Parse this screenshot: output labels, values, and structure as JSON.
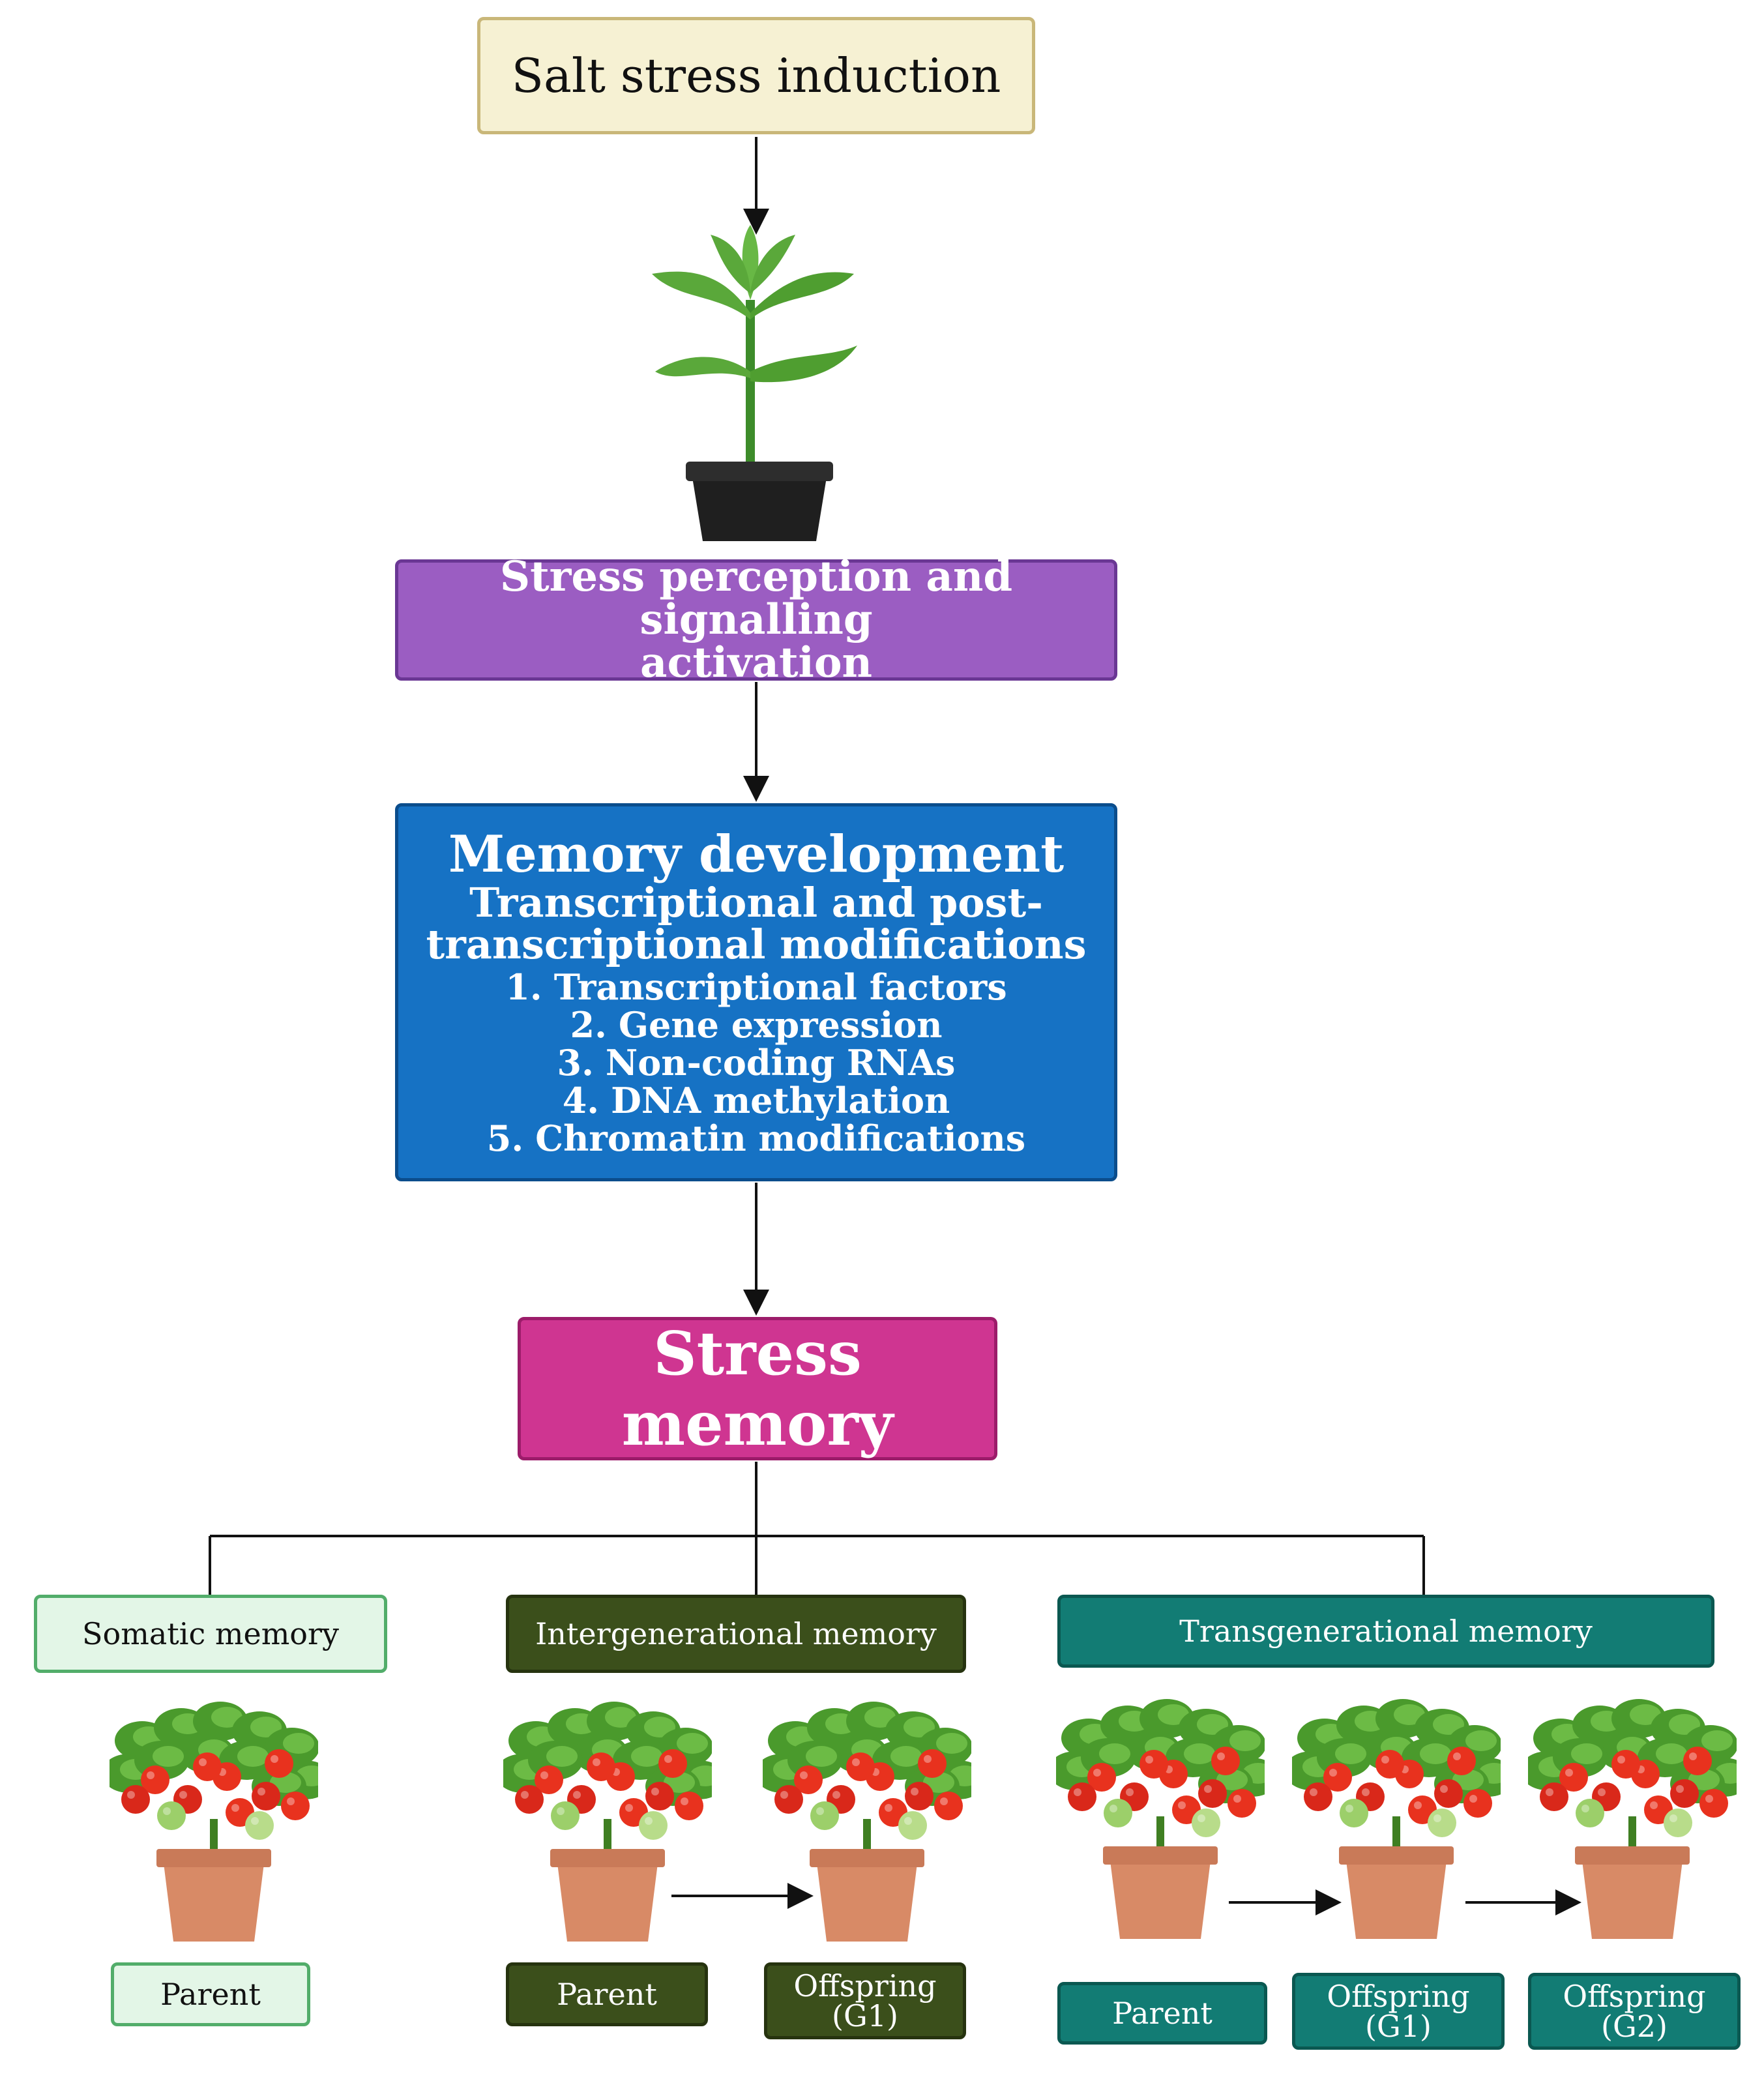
{
  "salt_stress": "Salt stress induction",
  "perception": {
    "line1": "Stress perception and signalling",
    "line2": "activation"
  },
  "memory_development": {
    "title": "Memory development",
    "subtitle1": "Transcriptional and post-",
    "subtitle2": "transcriptional modifications",
    "items": [
      {
        "num": "1.",
        "text": "Transcriptional factors"
      },
      {
        "num": "2.",
        "text": "Gene expression"
      },
      {
        "num": "3.",
        "text": "Non-coding RNAs"
      },
      {
        "num": "4.",
        "text": "DNA methylation"
      },
      {
        "num": "5.",
        "text": "Chromatin modifications"
      }
    ]
  },
  "stress_memory": "Stress memory",
  "categories": {
    "somatic": "Somatic memory",
    "intergenerational": "Intergenerational memory",
    "transgenerational": "Transgenerational memory"
  },
  "labels": {
    "somatic_parent": "Parent",
    "inter_parent": "Parent",
    "inter_offspring": {
      "line1": "Offspring",
      "line2": "(G1)"
    },
    "trans_parent": "Parent",
    "trans_offspring_g1": {
      "line1": "Offspring",
      "line2": "(G1)"
    },
    "trans_offspring_g2": {
      "line1": "Offspring",
      "line2": "(G2)"
    }
  },
  "colors": {
    "salt_fill": "#f6f1d3",
    "perception_fill": "#9b5dc2",
    "memory_dev_fill": "#1672c4",
    "stress_memory_fill": "#cf3591",
    "somatic_fill": "#e3f6e7",
    "intergenerational_fill": "#3b4f1b",
    "transgenerational_fill": "#127c74"
  }
}
